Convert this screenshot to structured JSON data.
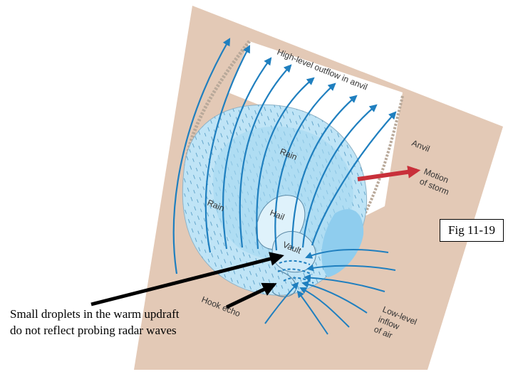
{
  "figure_label": "Fig 11-19",
  "caption": "Small droplets in the warm updraft do not reflect probing radar waves",
  "labels": {
    "outflow": "High-level outflow in anvil",
    "anvil": "Anvil",
    "motion_line1": "Motion",
    "motion_line2": "of storm",
    "rain_upper": "Rain",
    "rain_left": "Rain",
    "hail": "Hail",
    "vault": "Vault",
    "hook_echo": "Hook echo",
    "inflow_line1": "Low-level",
    "inflow_line2": "inflow",
    "inflow_line3": "of air"
  },
  "colors": {
    "panel": "#e3c9b6",
    "echo_light": "#bfe4f6",
    "echo_mid": "#8fcdee",
    "flow_lines": "#1f7fbf",
    "motion_arrow": "#c8303a",
    "pointer_arrow": "#000000"
  }
}
